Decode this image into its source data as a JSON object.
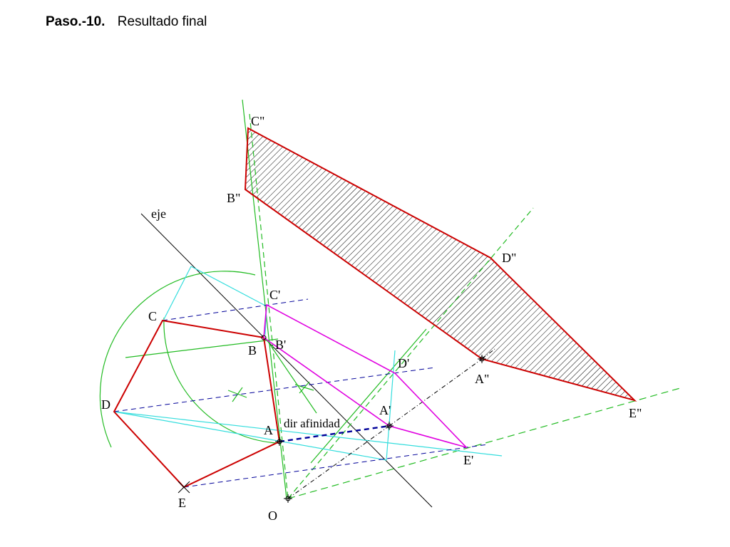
{
  "header": {
    "step": "Paso.-10.",
    "title": "Resultado final"
  },
  "colors": {
    "original_polygon": "#cc0000",
    "affine_polygon": "#e000e0",
    "result_polygon": "#cc0000",
    "construction_green": "#22bb22",
    "construction_cyan": "#33dddd",
    "construction_blue": "#000099",
    "axis": "#000000",
    "hatch": "#000000"
  },
  "labels": {
    "axis": "eje",
    "affinity_direction": "dir afinidad",
    "origin": "O",
    "original": {
      "A": "A",
      "B": "B",
      "C": "C",
      "D": "D",
      "E": "E"
    },
    "affine": {
      "A": "A'",
      "B": "B'",
      "C": "C'",
      "D": "D'",
      "E": "E'"
    },
    "result": {
      "A": "A\"",
      "B": "B\"",
      "C": "C\"",
      "D": "D\"",
      "E": "E\""
    }
  }
}
